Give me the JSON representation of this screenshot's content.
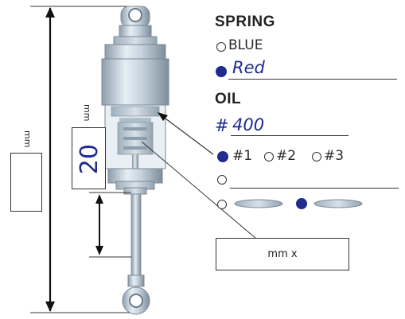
{
  "spring": {
    "heading": "SPRING",
    "option_blue": "BLUE",
    "written_value": "Red"
  },
  "oil": {
    "heading": "OIL",
    "prefix": "#",
    "written_value": "400",
    "options": [
      "#1",
      "#2",
      "#3"
    ]
  },
  "dimensions": {
    "overall_unit": "mm",
    "stroke_unit": "mm",
    "stroke_value": "20",
    "bottom_box_text": "mm x"
  },
  "colors": {
    "ink": "#1f2b8f",
    "line": "#333333",
    "shock_light": "#dde6ed",
    "shock_mid": "#aebfcc",
    "shock_dark": "#7a8a98"
  }
}
